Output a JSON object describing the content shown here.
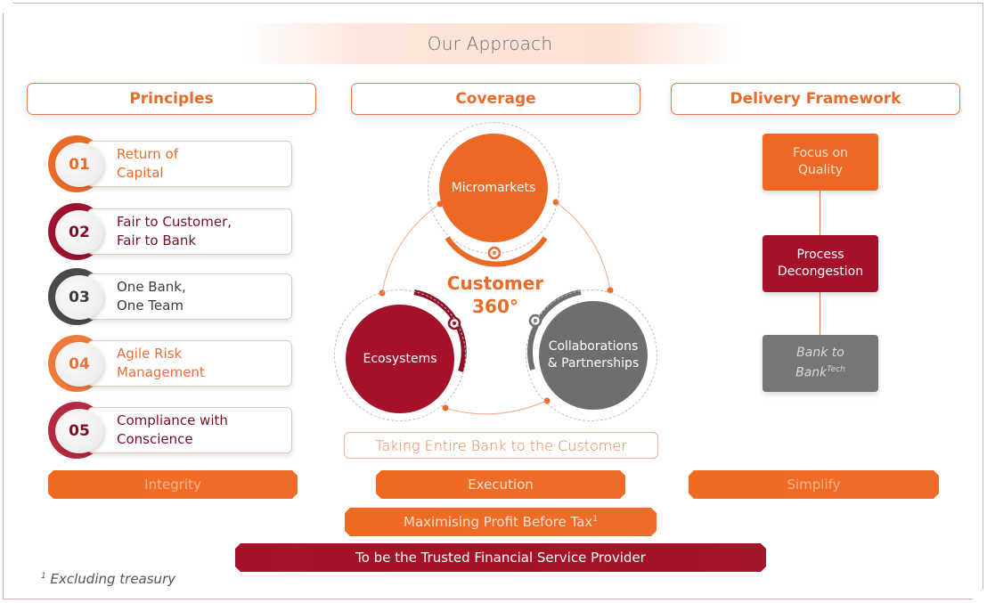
{
  "title": "Our Approach",
  "columns": {
    "principles": "Principles",
    "coverage": "Coverage",
    "delivery": "Delivery Framework"
  },
  "principles": [
    {
      "num": "01",
      "line1": "Return of",
      "line2": "Capital",
      "color": "#ea6a28",
      "text_color": "#ea6a28"
    },
    {
      "num": "02",
      "line1": "Fair to Customer,",
      "line2": "Fair to Bank",
      "color": "#9e1230",
      "text_color": "#7a0e25"
    },
    {
      "num": "03",
      "line1": "One Bank,",
      "line2": "One Team",
      "color": "#4a4a4a",
      "text_color": "#3c3c3c"
    },
    {
      "num": "04",
      "line1": "Agile Risk",
      "line2": "Management",
      "color": "#ef7a3a",
      "text_color": "#e8703a"
    },
    {
      "num": "05",
      "line1": "Compliance with",
      "line2": "Conscience",
      "color": "#b3293f",
      "text_color": "#7a0e25"
    }
  ],
  "coverage": {
    "hub_line1": "Customer",
    "hub_line2": "360°",
    "nodes": {
      "micromarkets": "Micromarkets",
      "ecosystems": "Ecosystems",
      "collab_line1": "Collaborations",
      "collab_line2": "& Partnerships"
    },
    "tagline": "Taking Entire Bank to the Customer"
  },
  "delivery": {
    "boxes": [
      {
        "line1": "Focus on",
        "line2": "Quality"
      },
      {
        "line1": "Process",
        "line2": "Decongestion"
      },
      {
        "line1": "Bank to",
        "line2": "Bank",
        "sup": "Tech"
      }
    ]
  },
  "bars": {
    "integrity": "Integrity",
    "execution": "Execution",
    "simplify": "Simplify",
    "profit": "Maximising Profit Before Tax",
    "profit_sup": "1",
    "mission": "To be the Trusted Financial Service Provider"
  },
  "footnote": {
    "sup": "1",
    "text": "Excluding treasury"
  },
  "colors": {
    "orange": "#ea6a28",
    "crimson": "#a8112a",
    "grey": "#6e6e6e"
  }
}
